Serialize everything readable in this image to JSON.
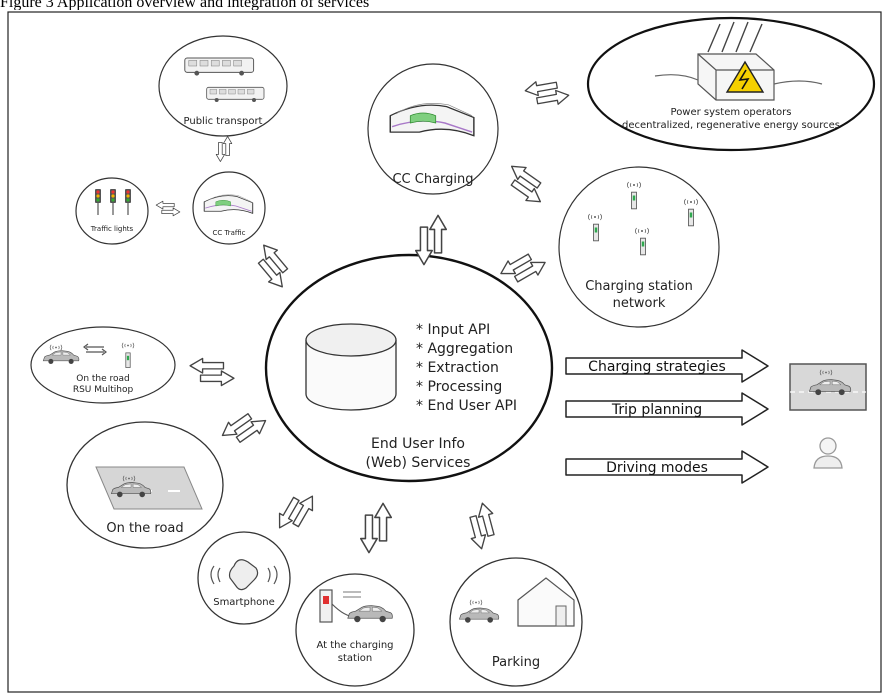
{
  "caption": "Figure 3 Application overview and integration of services",
  "nodes": {
    "public_transport": "Public transport",
    "cc_charging": "CC Charging",
    "power_line1": "Power system operators",
    "power_line2": "decentralized, regenerative energy sources",
    "cc_traffic": "CC Traffic",
    "traffic_lights": "Traffic lights",
    "charging_network_line1": "Charging station",
    "charging_network_line2": "network",
    "rsu_line1": "On the road",
    "rsu_line2": "RSU Multihop",
    "on_the_road": "On the road",
    "smartphone": "Smartphone",
    "station_line1": "At the charging",
    "station_line2": "station",
    "parking": "Parking"
  },
  "hub": {
    "features": [
      "* Input API",
      "* Aggregation",
      "* Extraction",
      "* Processing",
      "* End User API"
    ],
    "title_line1": "End User Info",
    "title_line2": "(Web) Services"
  },
  "outputs": [
    "Charging strategies",
    "Trip planning",
    "Driving modes"
  ]
}
